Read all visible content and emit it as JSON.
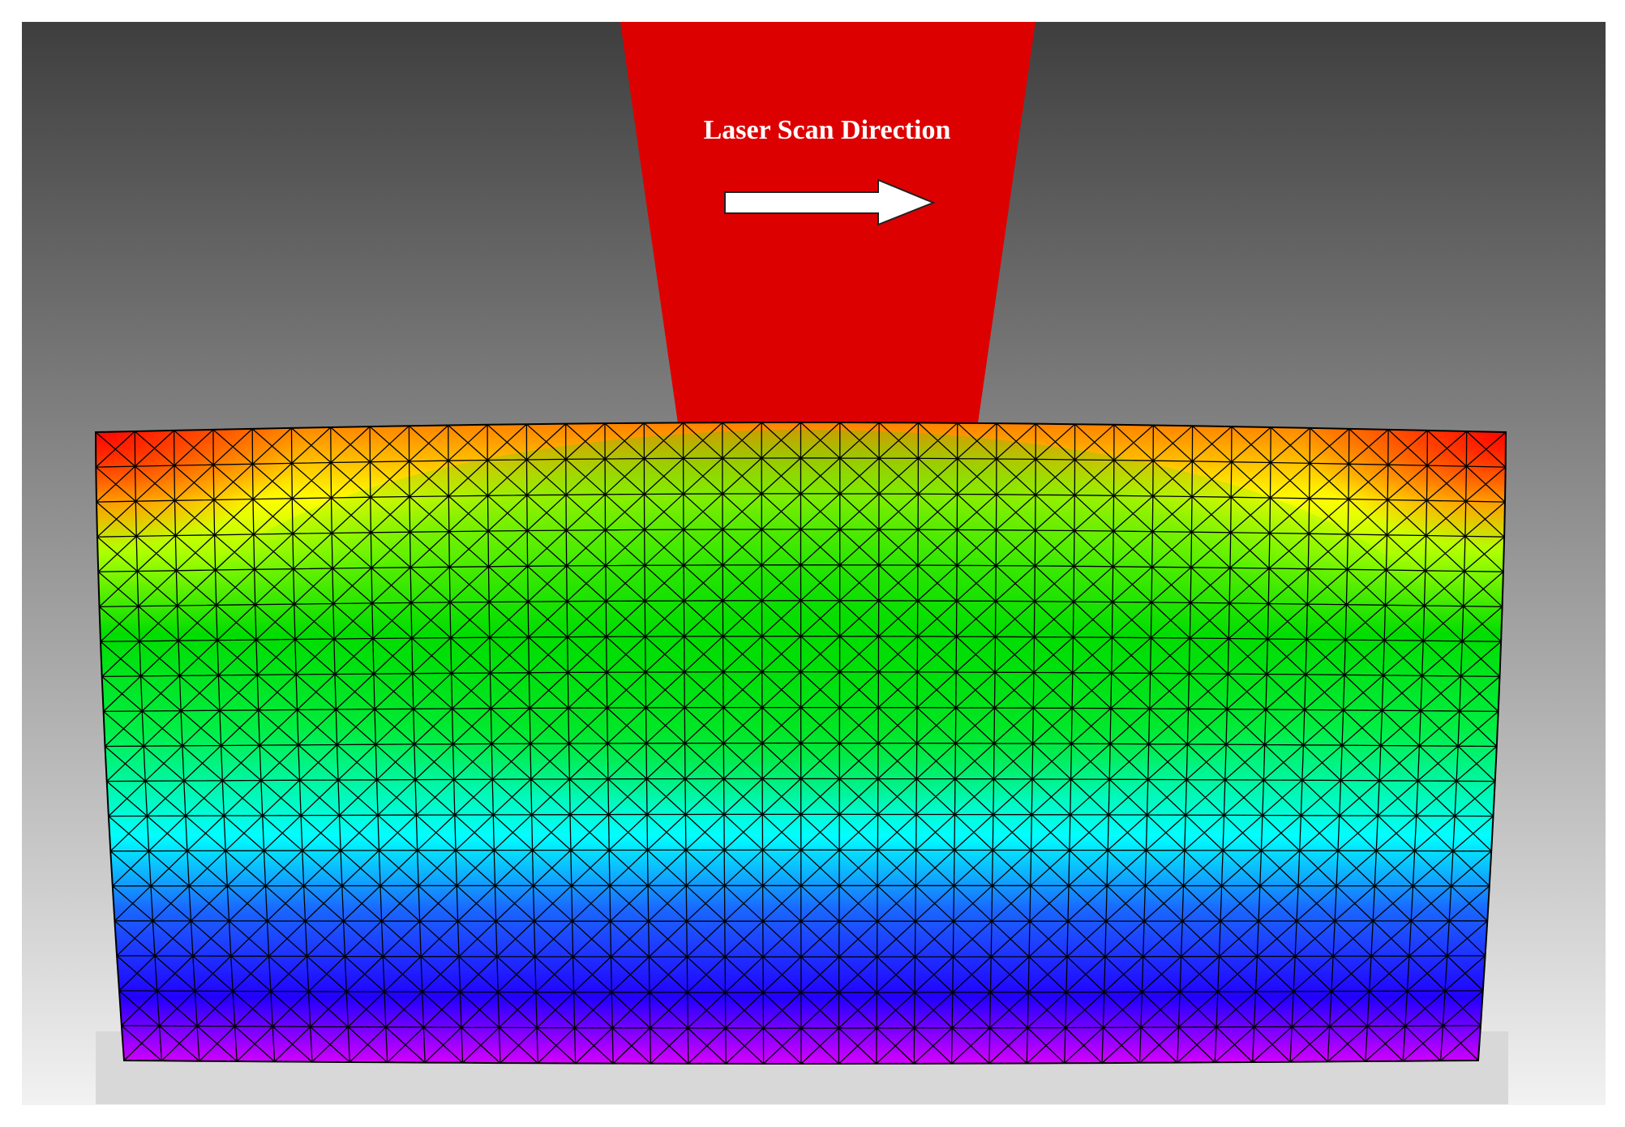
{
  "laser": {
    "label": "Laser Scan Direction",
    "beam_color": "#dd0000",
    "arrow_icon": "right-arrow-icon",
    "arrow_color": "#ffffff"
  },
  "background": {
    "gradient_top": "#3e3e3e",
    "gradient_bottom": "#f2f2f2",
    "substrate_color": "#d8d8d8"
  },
  "mesh": {
    "colormap": [
      "#ff00ff",
      "#2200ff",
      "#00ffff",
      "#00dd00",
      "#ffff00",
      "#ff0000"
    ],
    "columns": 36,
    "rows": 18
  }
}
